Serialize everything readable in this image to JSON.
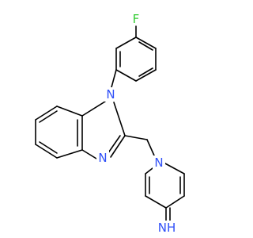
{
  "molecule": {
    "atoms": {
      "fluorine": {
        "symbol": "F",
        "color": "#33cc33"
      },
      "n_benzimidazole_1": {
        "symbol": "N",
        "color": "#3050f8"
      },
      "n_benzimidazole_3": {
        "symbol": "N",
        "color": "#3050f8"
      },
      "n_pyridine": {
        "symbol": "N",
        "color": "#3050f8"
      },
      "imine": {
        "symbol": "NH",
        "color": "#3050f8"
      }
    },
    "bond_color": "#000000"
  }
}
